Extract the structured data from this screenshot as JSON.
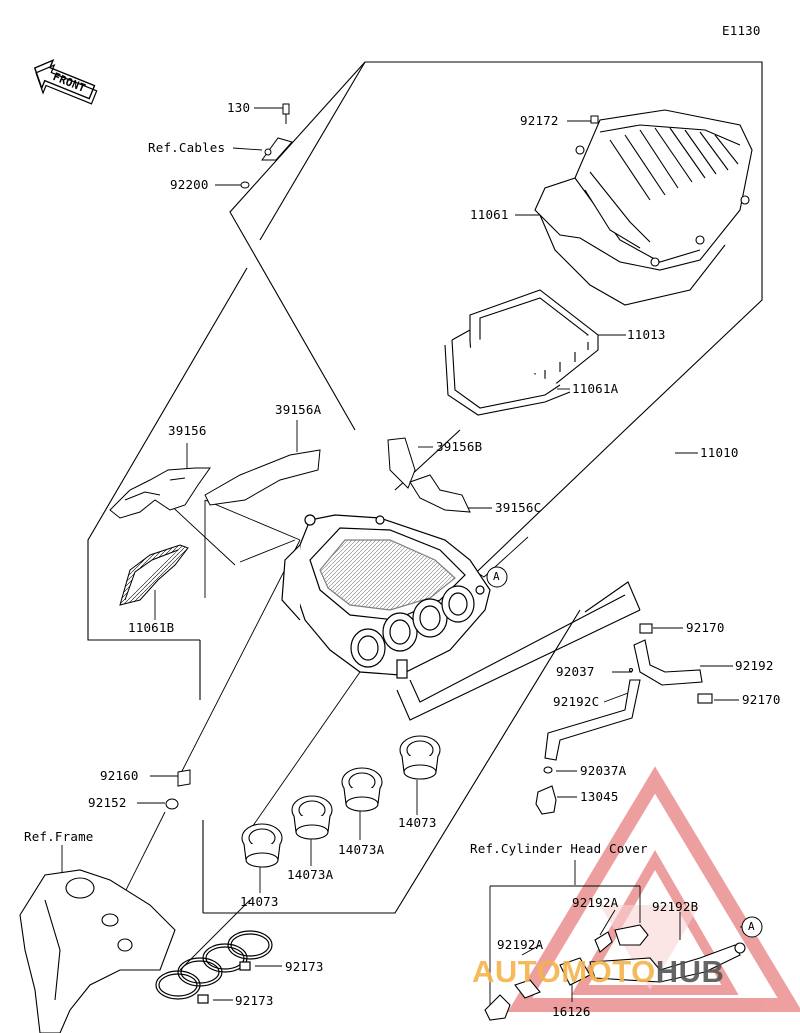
{
  "diagram": {
    "code": "E1130",
    "front_label": "FRONT",
    "callouts": {
      "c130": "130",
      "ref_cables": "Ref.Cables",
      "c92200": "92200",
      "c92172": "92172",
      "c11061": "11061",
      "c11013": "11013",
      "c11061A": "11061A",
      "c11010": "11010",
      "c39156": "39156",
      "c39156A": "39156A",
      "c39156B": "39156B",
      "c39156C": "39156C",
      "c11061B": "11061B",
      "c92170_top": "92170",
      "c92037": "92037",
      "c92192": "92192",
      "c92170_bottom": "92170",
      "c92192C": "92192C",
      "c92037A": "92037A",
      "c13045": "13045",
      "c92160": "92160",
      "c92152": "92152",
      "ref_frame": "Ref.Frame",
      "c14073_right": "14073",
      "c14073A_mid": "14073A",
      "c14073A_left": "14073A",
      "c14073_left": "14073",
      "ref_cyl_head": "Ref.Cylinder Head Cover",
      "c92192A_top": "92192A",
      "c92192B": "92192B",
      "c92192A_left": "92192A",
      "c16126": "16126",
      "c92173_right": "92173",
      "c92173_left": "92173"
    },
    "marker_a_mid": "A",
    "marker_a_bottom": "A",
    "watermark": {
      "part1": "AUTO",
      "part2": "MOTO",
      "part3": "HUB",
      "color_accent": "#f4b34a",
      "color_dark": "#555555",
      "color_logo": "#e05050"
    }
  }
}
